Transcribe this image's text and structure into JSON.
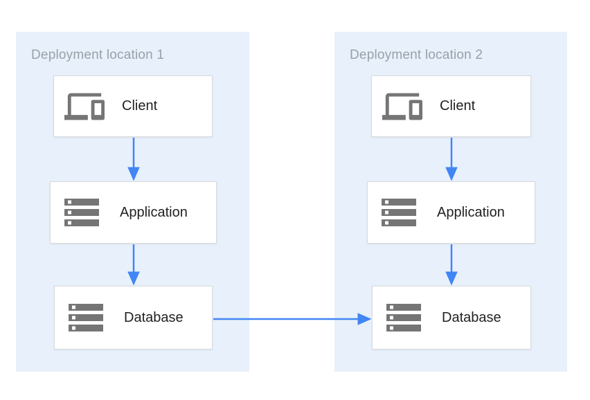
{
  "diagram": {
    "panels": [
      {
        "title": "Deployment location 1",
        "nodes": [
          {
            "id": "client-1",
            "icon": "devices-icon",
            "label": "Client"
          },
          {
            "id": "application-1",
            "icon": "storage-icon",
            "label": "Application"
          },
          {
            "id": "database-1",
            "icon": "storage-icon",
            "label": "Database"
          }
        ]
      },
      {
        "title": "Deployment location 2",
        "nodes": [
          {
            "id": "client-2",
            "icon": "devices-icon",
            "label": "Client"
          },
          {
            "id": "application-2",
            "icon": "storage-icon",
            "label": "Application"
          },
          {
            "id": "database-2",
            "icon": "storage-icon",
            "label": "Database"
          }
        ]
      }
    ],
    "connections": [
      {
        "from": "client-1",
        "to": "application-1"
      },
      {
        "from": "application-1",
        "to": "database-1"
      },
      {
        "from": "client-2",
        "to": "application-2"
      },
      {
        "from": "application-2",
        "to": "database-2"
      },
      {
        "from": "database-1",
        "to": "database-2"
      }
    ],
    "colors": {
      "panel_background": "#e7f0fb",
      "arrow": "#4285f4",
      "icon": "#757575",
      "panel_title": "#9aa0a6",
      "node_border": "#d8dadd",
      "node_label": "#212121"
    }
  }
}
